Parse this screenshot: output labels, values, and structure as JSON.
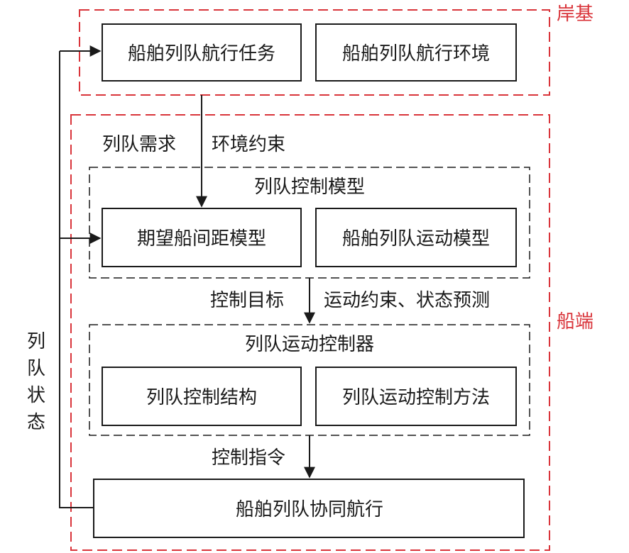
{
  "regions": {
    "shore": "岸基",
    "ship": "船端"
  },
  "boxes": {
    "task": "船舶列队航行任务",
    "env": "船舶列队航行环境",
    "formation_model_group": "列队控制模型",
    "spacing_model": "期望船间距模型",
    "motion_model": "船舶列队运动模型",
    "controller_group": "列队运动控制器",
    "control_structure": "列队控制结构",
    "control_method": "列队运动控制方法",
    "coop_nav": "船舶列队协同航行"
  },
  "labels": {
    "requirement": "列队需求",
    "env_constraint": "环境约束",
    "control_target": "控制目标",
    "motion_constraint": "运动约束、状态预测",
    "control_command": "控制指令",
    "formation_state": [
      "列",
      "队",
      "状",
      "态"
    ]
  },
  "colors": {
    "red": "#d9343a",
    "line": "#1a1a1a"
  }
}
